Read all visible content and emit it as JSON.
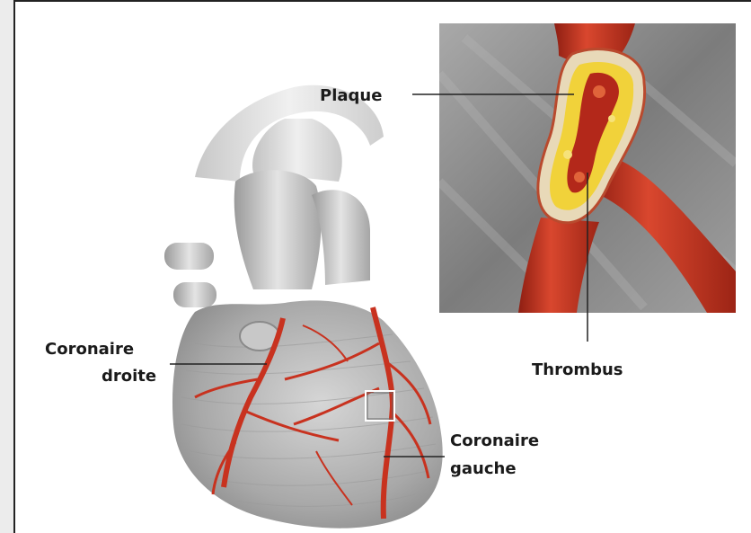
{
  "labels": {
    "plaque": "Plaque",
    "thrombus": "Thrombus",
    "coronaire_droite_line1": "Coronaire",
    "coronaire_droite_line2": "droite",
    "coronaire_gauche_line1": "Coronaire",
    "coronaire_gauche_line2": "gauche"
  },
  "colors": {
    "artery_red": "#c8321f",
    "artery_dark": "#8e1e12",
    "plaque_yellow": "#f1d23a",
    "heart_gray": "#bdbdbd",
    "inset_background": "#8a8a8a"
  }
}
